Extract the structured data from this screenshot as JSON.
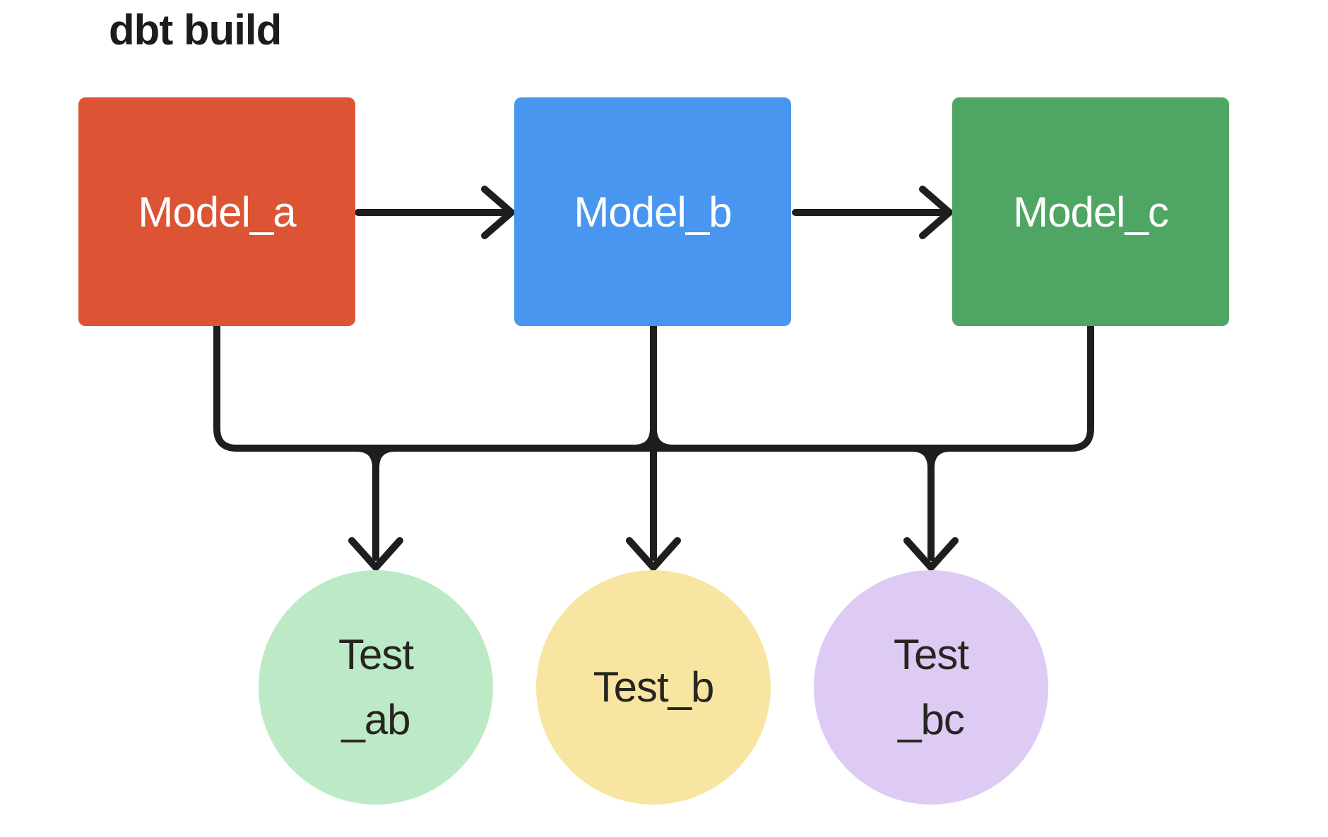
{
  "title": "dbt build",
  "colors": {
    "background": "#ffffff",
    "stroke": "#1e1e1e",
    "title_text": "#1c1c1c",
    "model_label_text": "#ffffff",
    "test_label_text": "#26251f"
  },
  "models": [
    {
      "id": "model-a",
      "label": "Model_a",
      "color": "#dc5434"
    },
    {
      "id": "model-b",
      "label": "Model_b",
      "color": "#4896f0"
    },
    {
      "id": "model-c",
      "label": "Model_c",
      "color": "#4fa563"
    }
  ],
  "tests": [
    {
      "id": "test-ab",
      "label_line1": "Test",
      "label_line2": "_ab",
      "color": "#bdeac6"
    },
    {
      "id": "test-b",
      "label_line1": "Test_b",
      "label_line2": "",
      "color": "#f8e5a1"
    },
    {
      "id": "test-bc",
      "label_line1": "Test",
      "label_line2": "_bc",
      "color": "#decbf4"
    }
  ],
  "connectors": {
    "model_flow": [
      {
        "from": "Model_a",
        "to": "Model_b",
        "style": "arrow-right"
      },
      {
        "from": "Model_b",
        "to": "Model_c",
        "style": "arrow-right"
      }
    ],
    "shared_bus": {
      "sources": [
        "Model_a",
        "Model_b",
        "Model_c"
      ],
      "targets": [
        "Test_ab",
        "Test_b",
        "Test_bc"
      ],
      "style": "arrow-down"
    }
  }
}
